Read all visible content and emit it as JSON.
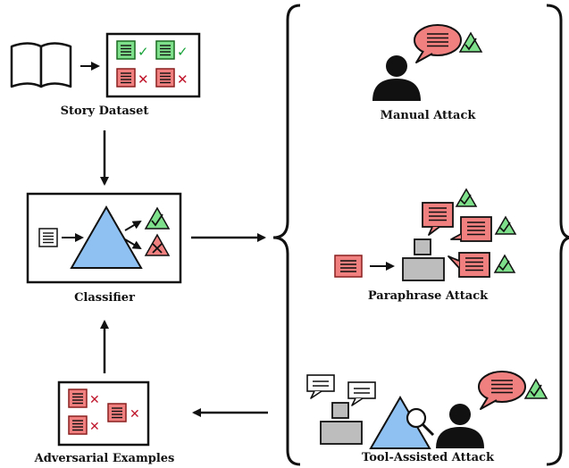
{
  "labels": {
    "story_dataset": "Story Dataset",
    "classifier": "Classifier",
    "adversarial_examples": "Adversarial Examples",
    "manual_attack": "Manual Attack",
    "paraphrase_attack": "Paraphrase Attack",
    "tool_assisted_attack": "Tool-Assisted Attack"
  },
  "colors": {
    "green": "#7ee08a",
    "green_stroke": "#1a6b22",
    "red": "#f08080",
    "red_stroke": "#8a1f1f",
    "red_mark": "#c0162c",
    "blue": "#8fc1f2",
    "gray": "#bdbdbd",
    "black": "#111111"
  }
}
